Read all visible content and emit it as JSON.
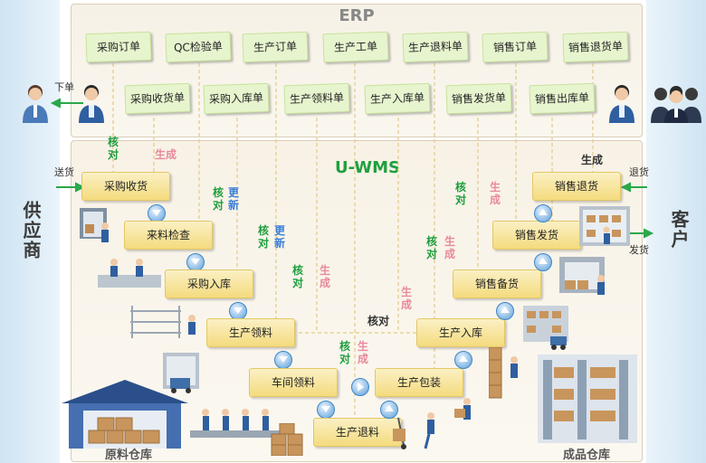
{
  "sides": {
    "supplier": "供应商",
    "customer": "客户"
  },
  "erp": {
    "title": "ERP",
    "top_row": [
      "采购订单",
      "QC检验单",
      "生产订单",
      "生产工单",
      "生产退料单",
      "销售订单",
      "销售退货单"
    ],
    "bottom_row": [
      "采购收货单",
      "采购入库单",
      "生产领料单",
      "生产入库单",
      "销售发货单",
      "销售出库单"
    ]
  },
  "wms": {
    "title": "U-WMS",
    "left_steps": [
      "采购收货",
      "来料检查",
      "采购入库",
      "生产领料",
      "车间领料",
      "生产退料"
    ],
    "right_steps": [
      "生产包装",
      "生产入库",
      "销售备货",
      "销售发货",
      "销售退货"
    ]
  },
  "labels": {
    "verify": "核对",
    "generate": "生成",
    "update": "更新",
    "place_order": "下单",
    "deliver": "送货",
    "return": "退货",
    "ship": "发货"
  },
  "warehouses": {
    "raw": "原料仓库",
    "finished": "成品仓库"
  }
}
